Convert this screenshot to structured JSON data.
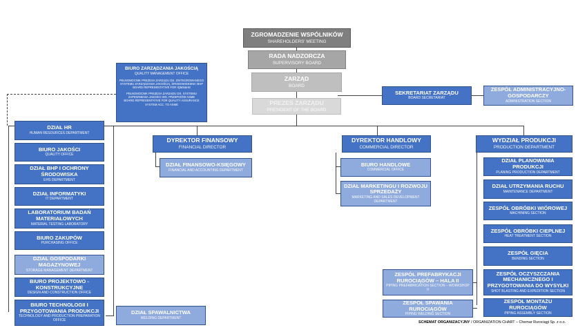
{
  "chart": {
    "shareholders": {
      "title": "ZGROMADZENIE WSPÓLNIKÓW",
      "sub": "SHAREHOLDERS' MEETING"
    },
    "supervisory": {
      "title": "RADA NADZORCZA",
      "sub": "SUPERVISORY BOARD"
    },
    "board": {
      "title": "ZARZĄD",
      "sub": "BOARD"
    },
    "president": {
      "title": "PREZES ZARZĄDU",
      "sub": "PRESIDENT OF THE BOARD"
    },
    "quality_mgmt": {
      "title": "BIURO ZARZĄDZANIA JAKOŚCIĄ",
      "sub": "QUALITY MANAGEMENT OFFICE",
      "note1": "PEŁNOMOCNIK PREZESA ZARZĄDU DS. ZINTEGROWANEGO SYSTEMU ZARZĄDZANIA JAKOŚCIĄ, ŚRODOWISKIEM I BHP",
      "note1_en": "BOARD REPRESENTATIVE FOR IQMS&HS",
      "note2": "PEŁNOMOCNIK PREZESA ZARZĄDU DS. SYSTEMU ZAPEWNIENIA JAKOŚCI WG. PRZEPISÓW ASME",
      "note2_en": "BOARD REPRESENTATIVE FOR QUALITY ASSURANCE SYSTEM ACC. TO ASME"
    },
    "secretariat": {
      "title": "SEKRETARIAT ZARZĄDU",
      "sub": "BOARD SECRETARIAT"
    },
    "admin": {
      "title": "ZESPÓŁ ADMINISTRACYJNO-GOSPODARCZY",
      "sub": "ADMINISTRATION SECTION"
    },
    "left_units": [
      {
        "title": "DZIAŁ HR",
        "sub": "HUMAN RESOURCES DEPARTMENT"
      },
      {
        "title": "BIURO JAKOŚCI",
        "sub": "QUALITY OFFICE"
      },
      {
        "title": "DZIAŁ BHP I OCHRONY ŚRODOWISKA",
        "sub": "EHS DEPARTMENT"
      },
      {
        "title": "DZIAŁ INFORMATYKI",
        "sub": "IT DEPARTMENT"
      },
      {
        "title": "LABORATORIUM BADAŃ MATERIAŁOWYCH",
        "sub": "MATERIAL TESTING LABORATORY"
      },
      {
        "title": "BIURO ZAKUPÓW",
        "sub": "PURCHASING OFFICE"
      },
      {
        "title": "DZIAŁ GOSPODARKI MAGAZYNOWEJ",
        "sub": "STORAGE MANAGEMENT DEPARTMENT"
      },
      {
        "title": "BIURO PROJEKTOWO - KONSTRUKCYJNE",
        "sub": "DESIGN AND CONSTRUCTION OFFICE"
      },
      {
        "title": "BIURO TECHNOLOGII I PRZYGOTOWANIA PRODUKCJI",
        "sub": "TECHNOLOGY AND PRODUCTION PREPARATION OFFICE"
      }
    ],
    "welding_dept": {
      "title": "DZIAŁ SPAWALNICTWA",
      "sub": "WELDING DEPARTMENT"
    },
    "financial_director": {
      "title": "DYREKTOR FINANSOWY",
      "sub": "FINANCIAL DIRECTOR"
    },
    "finance_accounting": {
      "title": "DZIAŁ FINANSOWO-KSIĘGOWY",
      "sub": "FINANCIAL AND ACCOUNTING DEPARTMENT"
    },
    "commercial_director": {
      "title": "DYREKTOR HANDLOWY",
      "sub": "COMMERCIAL DIRECTOR"
    },
    "commercial_office": {
      "title": "BIURO HANDLOWE",
      "sub": "COMMERCIAL OFFICE"
    },
    "marketing": {
      "title": "DZIAŁ MARKETINGU I ROZWOJU SPRZEDAŻY",
      "sub": "MARKETING AND SALES DEVELOPMENT DEPARTMENT"
    },
    "production_dept": {
      "title": "WYDZIAŁ PRODUKCJI",
      "sub": "PRODUCTION DEPARTMENT"
    },
    "production_units": [
      {
        "title": "DZIAŁ PLANOWANIA PRODUKCJI",
        "sub": "PLANING PRODUCTION DEPARTMENT"
      },
      {
        "title": "DZIAŁ UTRZYMANIA RUCHU",
        "sub": "MAINTENANCE DEPARTMENT"
      },
      {
        "title": "ZESPÓŁ OBRÓBKI WIÓROWEJ",
        "sub": "MACHINING SECTION"
      },
      {
        "title": "ZESPÓŁ OBRÓBKI CIEPLNEJ",
        "sub": "HEAT TREATMENT SECTION"
      },
      {
        "title": "ZESPÓŁ GIĘCIA",
        "sub": "BENDING SECTION"
      },
      {
        "title": "ZESPÓŁ OCZYSZCZANIA MECHANICZNEGO I PRZYGOTOWANIA DO WYSYŁKI",
        "sub": "SHOT BLASTING AND EXPEDITION SECTION"
      },
      {
        "title": "ZESPÓŁ MONTAŻU RUROCIĄGÓW",
        "sub": "PIPING ASSEMBLY SECTION"
      }
    ],
    "prefab": {
      "title": "ZESPÓŁ PREFABRYKACJI RUROCIĄGÓW – HALA II",
      "sub": "PIPING PREFABRICATION SECTION – WORKSHOP II"
    },
    "pipe_welding": {
      "title": "ZESPÓŁ SPAWANIA RUROCIĄGÓW",
      "sub": "PIPING WELDING SECTION"
    }
  },
  "footer": {
    "bold": "SCHEMAT ORGANIZACYJNY",
    "rest": " / ORGANIZATION CHART – Chemar Rurociągi Sp. z o.o."
  },
  "colors": {
    "dark_box": "#4472c4",
    "light_box": "#8faadc",
    "gray_top": "#7f7f7f",
    "line": "#404040"
  }
}
